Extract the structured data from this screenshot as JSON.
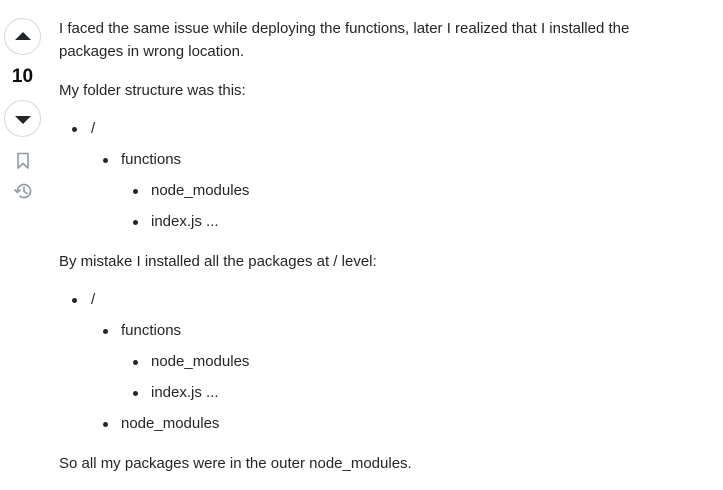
{
  "vote": {
    "count": "10",
    "upvote_icon": "caret-up-icon",
    "downvote_icon": "caret-down-icon",
    "bookmark_icon": "bookmark-icon",
    "history_icon": "history-icon"
  },
  "answer": {
    "intro": "I faced the same issue while deploying the functions, later I realized that I installed the packages in wrong location.",
    "structure_label": "My folder structure was this:",
    "structure_correct": {
      "root": "/",
      "child": "functions",
      "grandchildren": [
        "node_modules",
        "index.js ..."
      ]
    },
    "mistake_label": "By mistake I installed all the packages at / level:",
    "structure_mistake": {
      "root": "/",
      "child": "functions",
      "grandchildren": [
        "node_modules",
        "index.js ..."
      ],
      "sibling": "node_modules"
    },
    "conclusion": "So all my packages were in the outer node_modules."
  },
  "colors": {
    "text": "#232629",
    "vote_border": "#d6d9dc",
    "icon_muted": "#9199a1"
  }
}
